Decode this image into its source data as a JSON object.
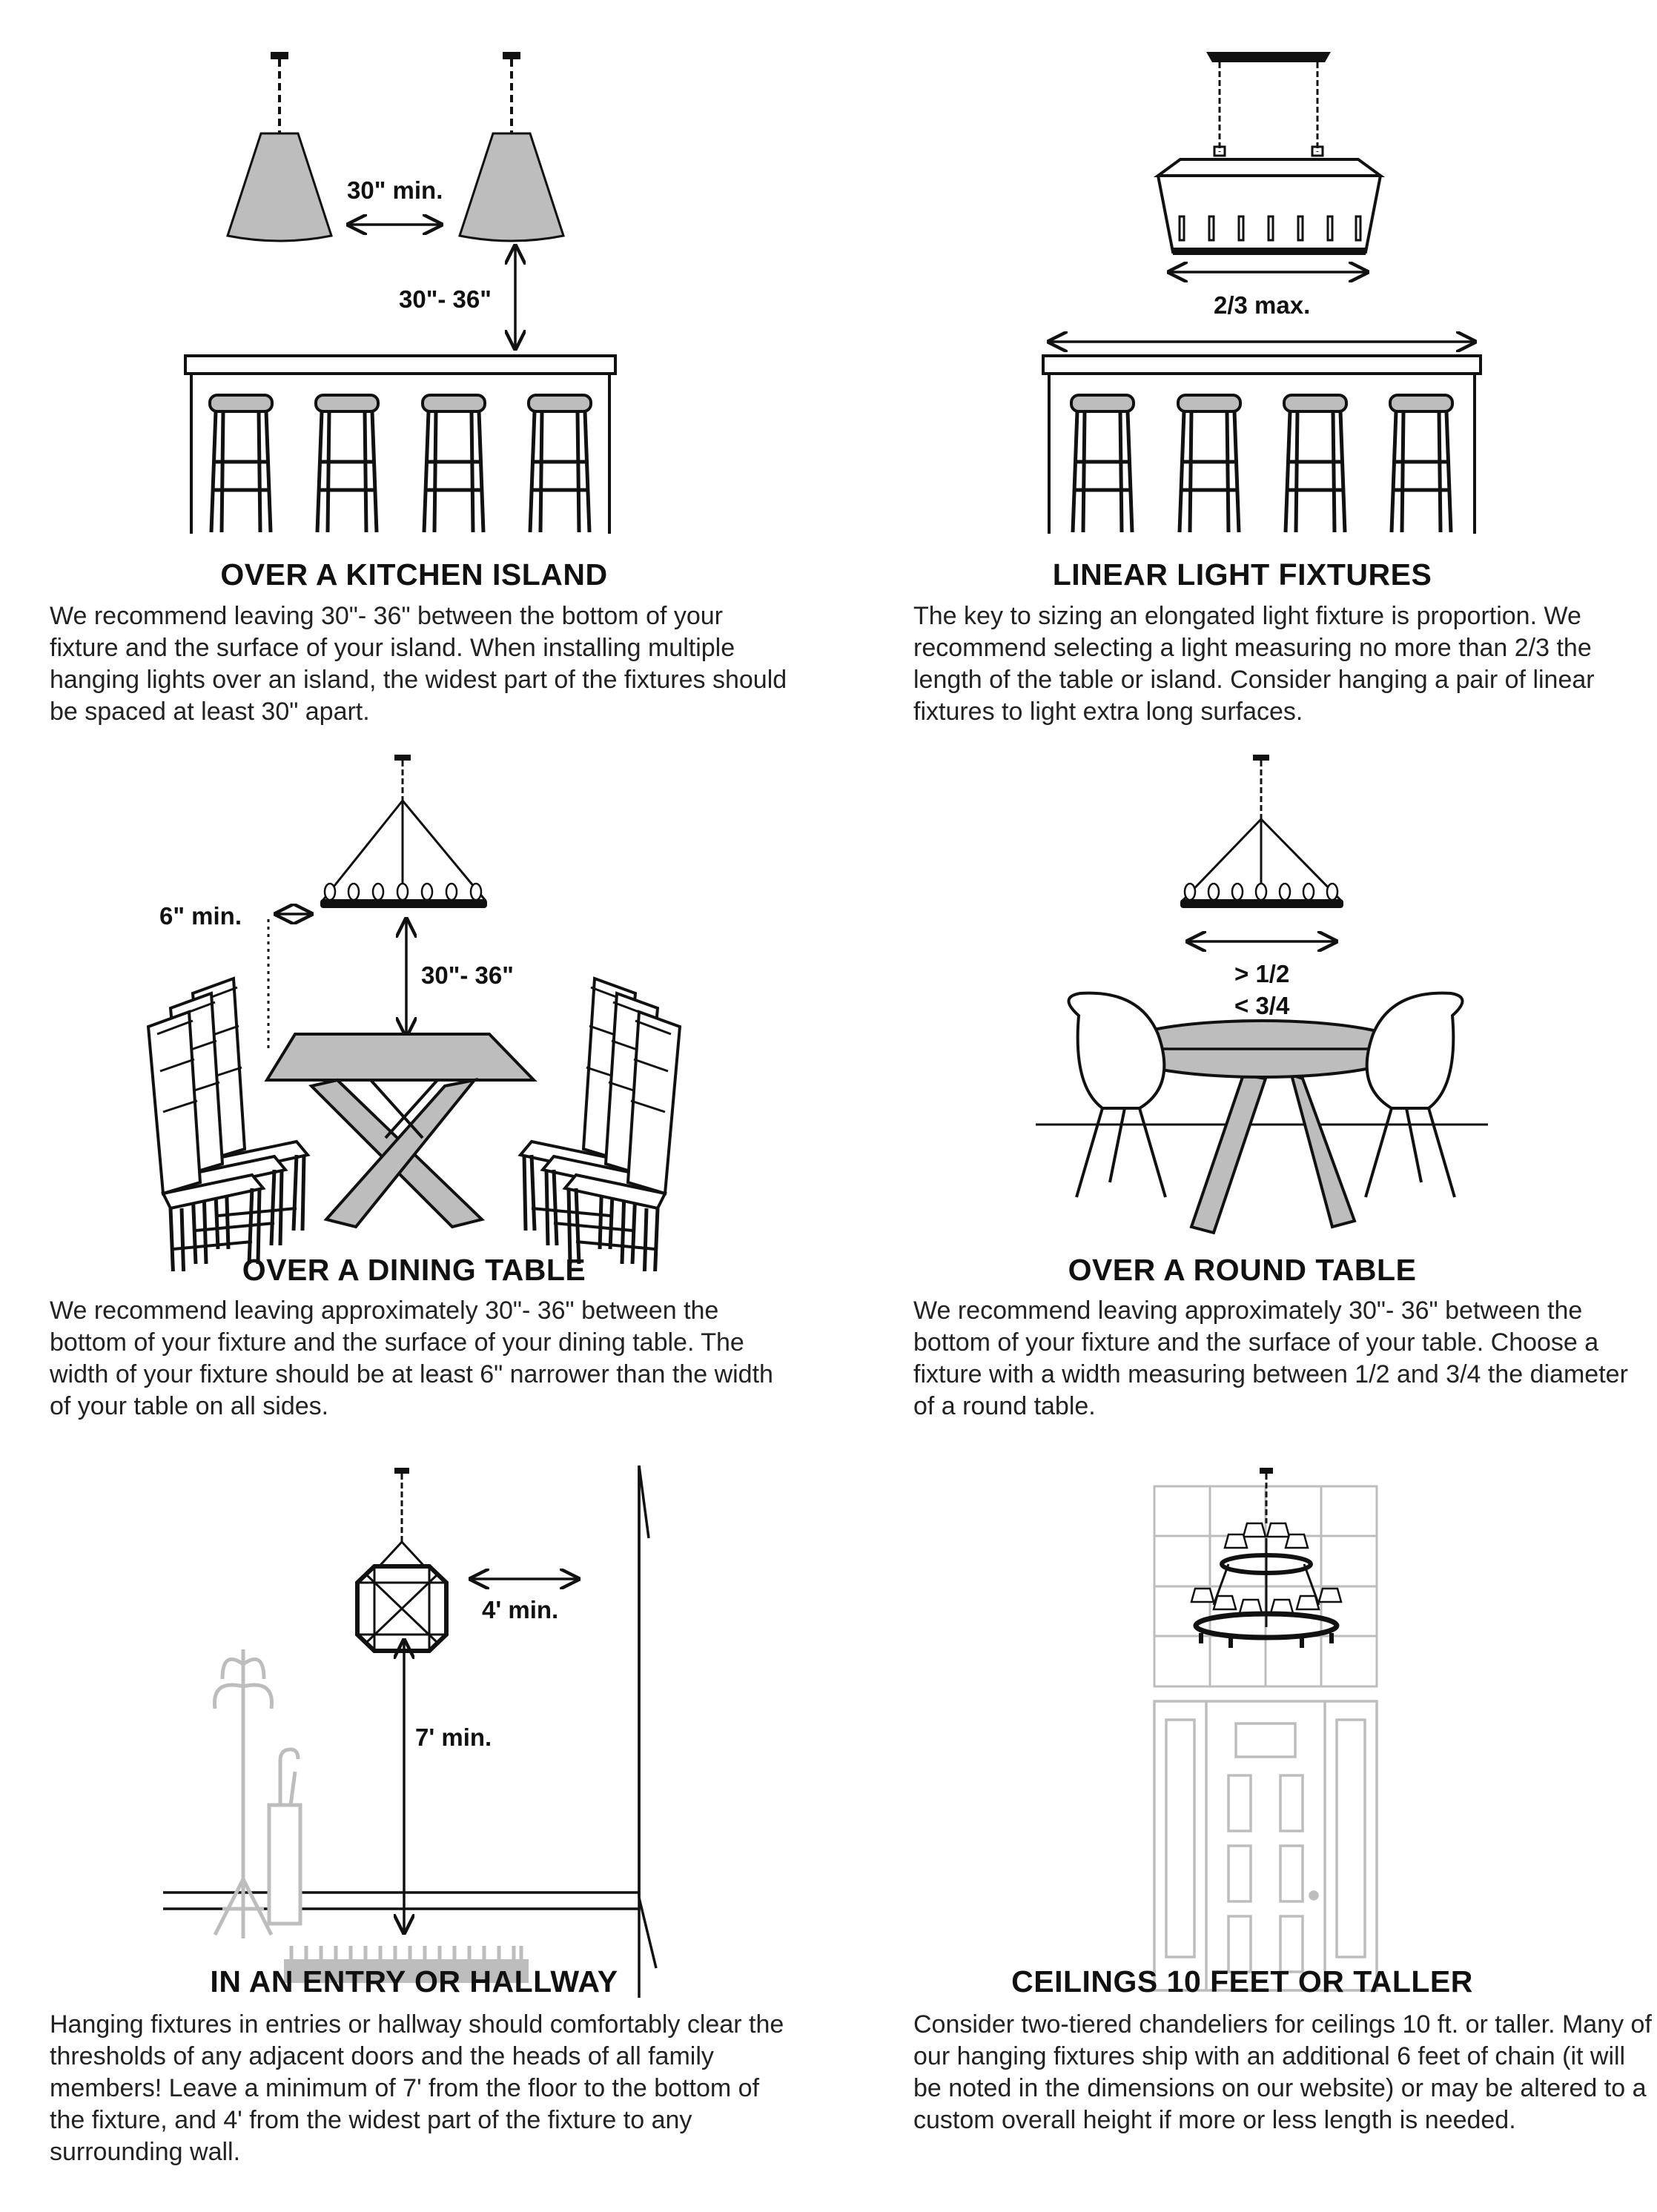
{
  "panels": [
    {
      "title": "OVER A KITCHEN ISLAND",
      "body": "We recommend leaving 30\"- 36\" between the bottom of your fixture and the surface of your island. When installing multiple hanging lights over an island, the widest part of the fixtures should be spaced at least 30\" apart.",
      "labels": {
        "spacing": "30\" min.",
        "height": "30\"- 36\""
      }
    },
    {
      "title": "LINEAR LIGHT FIXTURES",
      "body": "The key to sizing an elongated light fixture is proportion. We recommend selecting a light measuring no more than 2/3 the length of the table or island. Consider hanging a pair of linear fixtures to light extra long surfaces.",
      "labels": {
        "max": "2/3 max."
      }
    },
    {
      "title": "OVER A DINING TABLE",
      "body": "We recommend leaving approximately 30\"- 36\" between the bottom of your fixture and the surface of your dining table. The width of your fixture should be at least 6\" narrower than the width of your table on all sides.",
      "labels": {
        "side": "6\" min.",
        "height": "30\"- 36\""
      }
    },
    {
      "title": "OVER A ROUND TABLE",
      "body": "We recommend leaving approximately 30\"- 36\" between the bottom of your fixture and the surface of your table. Choose a fixture with a width measuring between 1/2 and 3/4 the diameter of a round table.",
      "labels": {
        "min": "> 1/2",
        "max": "< 3/4"
      }
    },
    {
      "title": "IN AN ENTRY OR HALLWAY",
      "body": "Hanging fixtures in entries or hallway should comfortably clear the thresholds of any adjacent doors and the heads of all family members! Leave a minimum of 7' from the floor to the bottom of the fixture, and 4' from the widest part of the fixture to any surrounding wall.",
      "labels": {
        "wall": "4' min.",
        "floor": "7' min."
      }
    },
    {
      "title": "CEILINGS 10 FEET OR TALLER",
      "body": "Consider two-tiered chandeliers for ceilings 10 ft. or taller. Many of our hanging fixtures ship with an additional 6 feet of chain (it will be noted in the dimensions on our website) or may be altered to a custom overall height if more or less length is needed.",
      "labels": {}
    }
  ]
}
